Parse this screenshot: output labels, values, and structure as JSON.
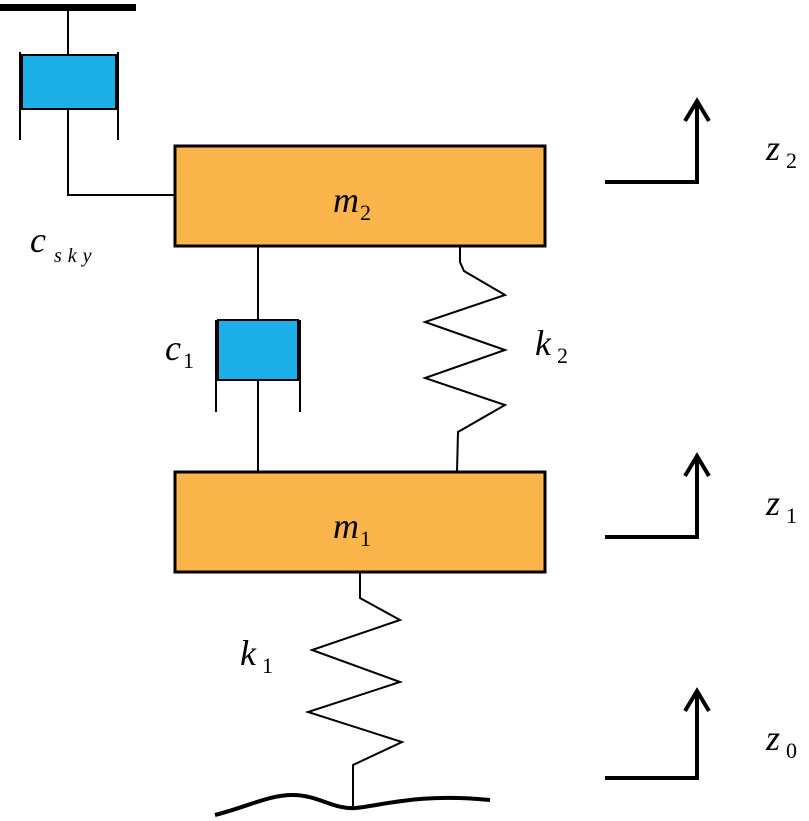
{
  "labels": {
    "m2": {
      "main": "m",
      "sub": "2"
    },
    "m1": {
      "main": "m",
      "sub": "1"
    },
    "c_sky": {
      "main": "c",
      "sub": "sky"
    },
    "c1": {
      "main": "c",
      "sub": "1"
    },
    "k2": {
      "main": "k",
      "sub": "2"
    },
    "k1": {
      "main": "k",
      "sub": "1"
    },
    "z2": {
      "main": "z",
      "sub": "2"
    },
    "z1": {
      "main": "z",
      "sub": "1"
    },
    "z0": {
      "main": "z",
      "sub": "0"
    }
  },
  "colors": {
    "mass": "#FBB54B",
    "damper": "#1CAEE6",
    "line": "#000000"
  }
}
